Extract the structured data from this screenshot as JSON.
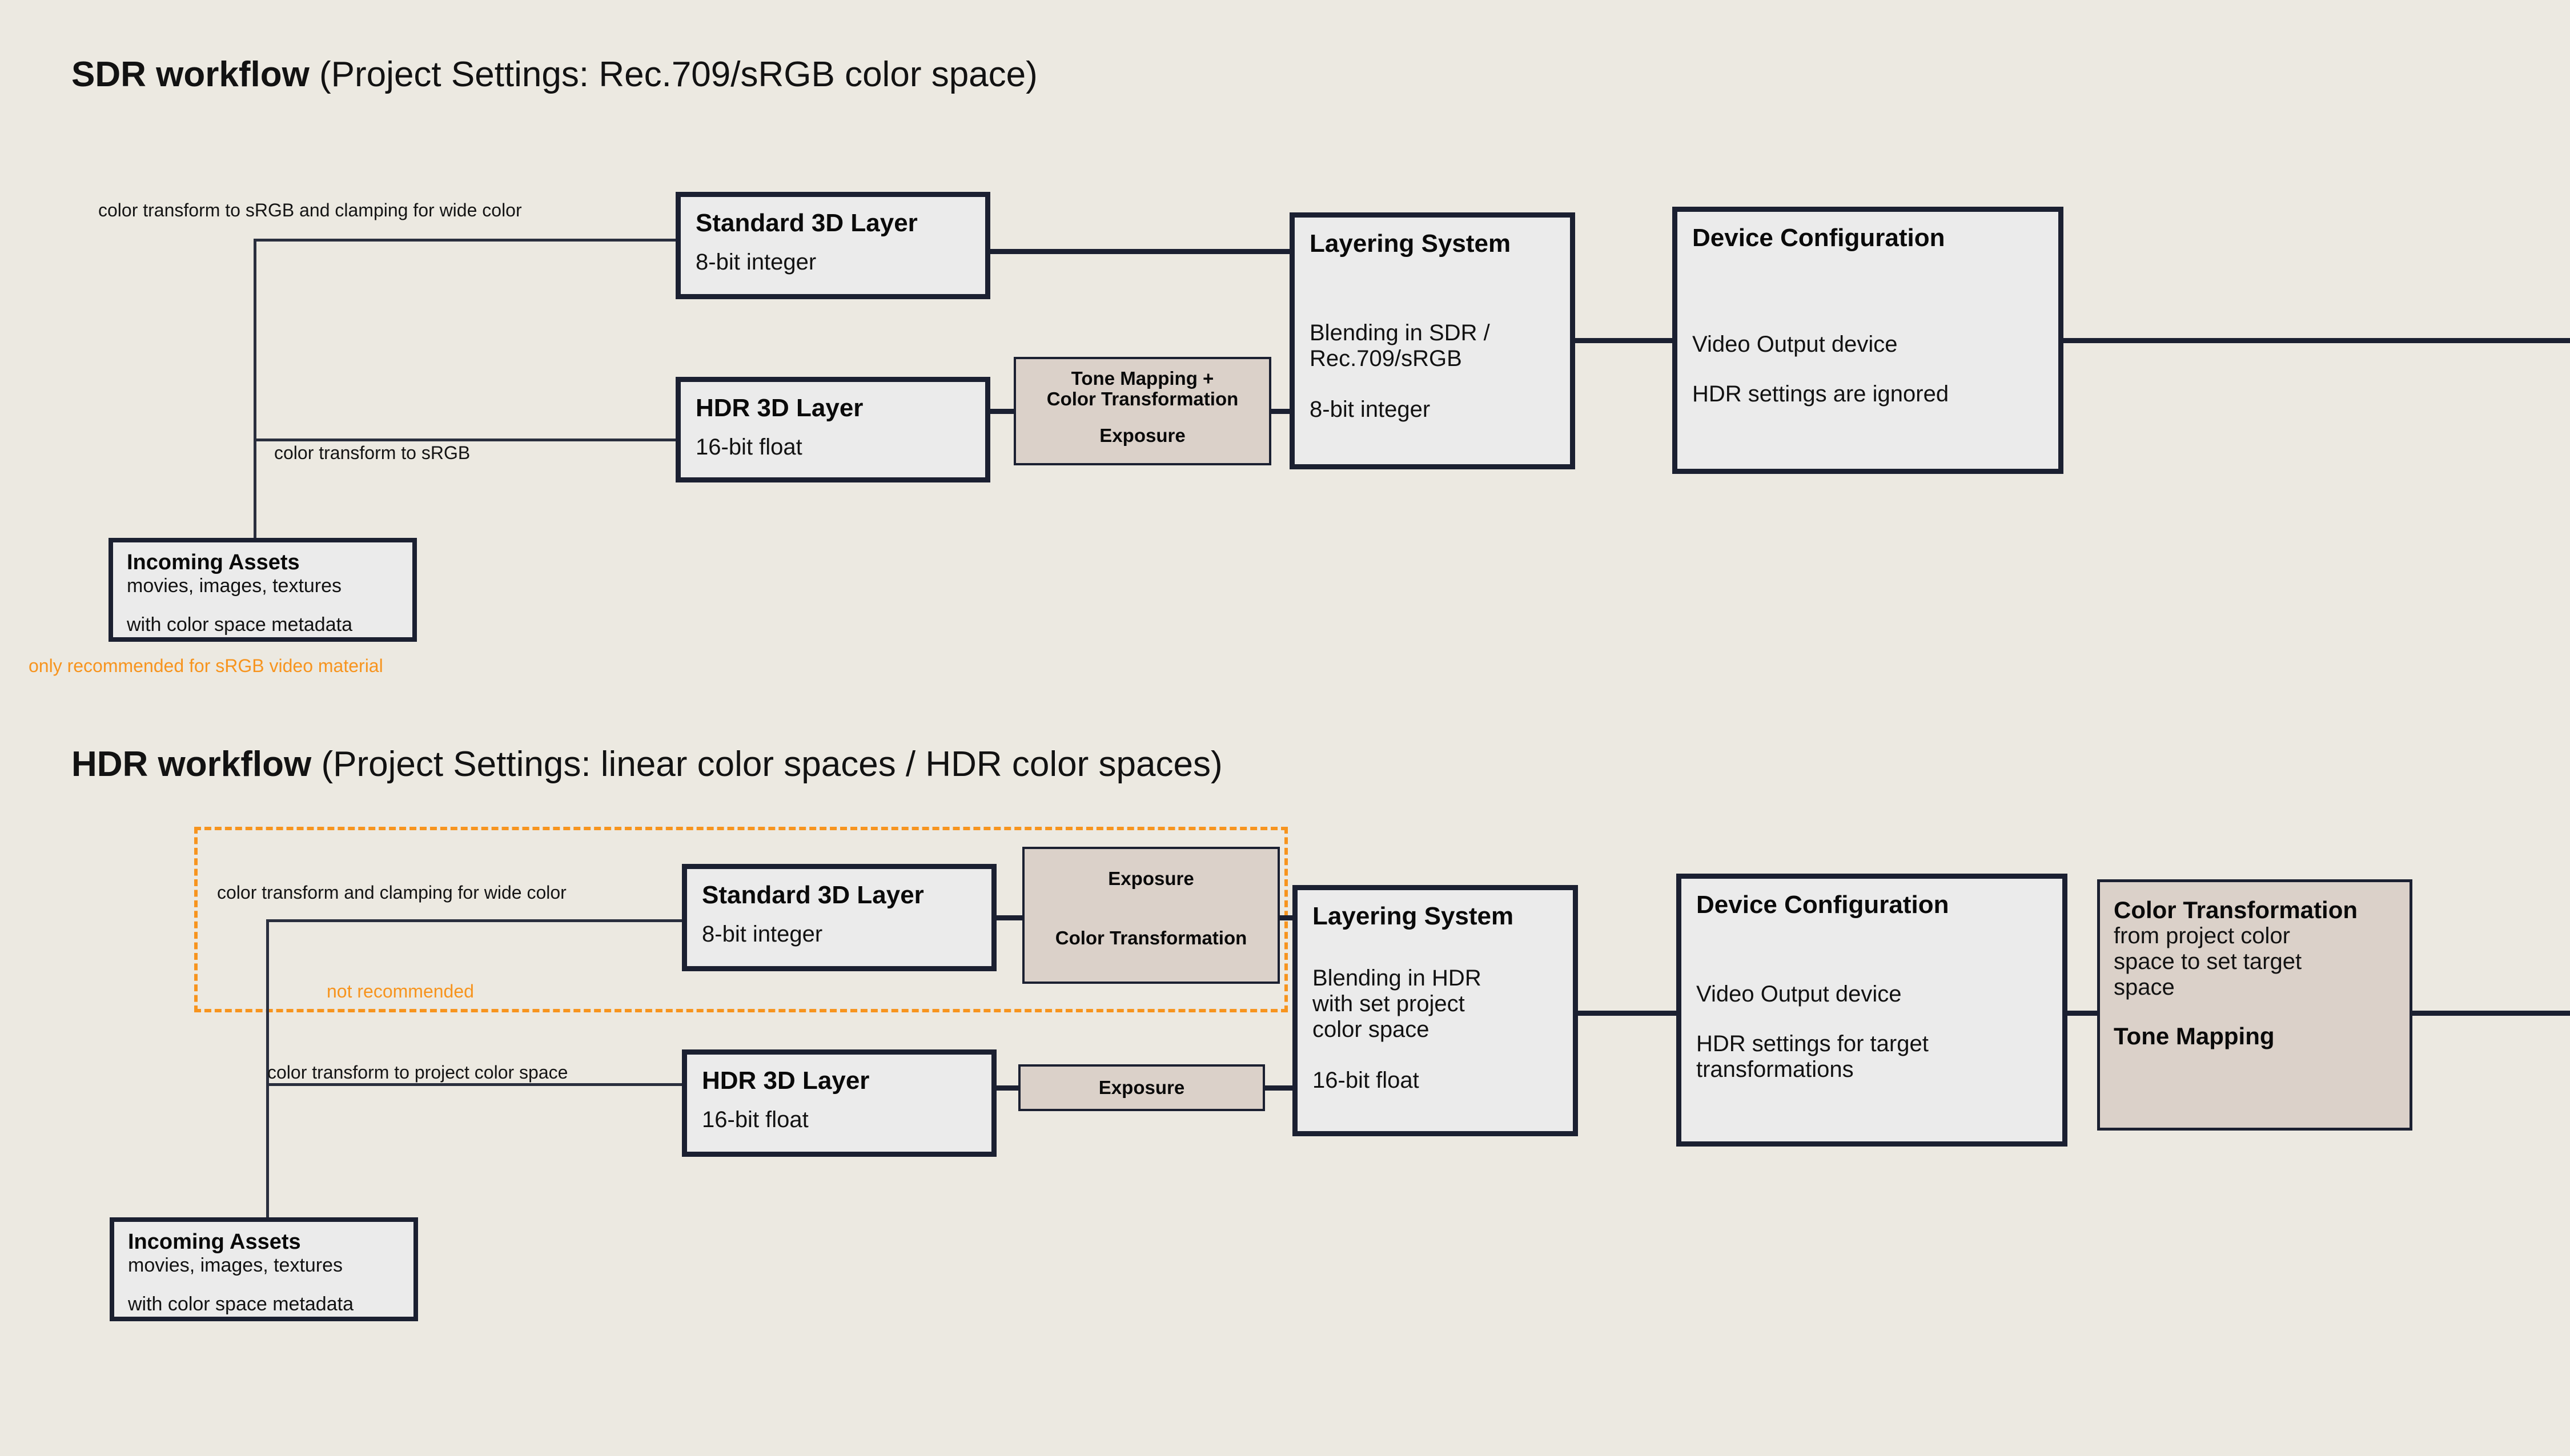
{
  "diagram": {
    "background_color": "#ece9e1",
    "accent_warning_color": "#f7941e",
    "box_border_color": "#1b2031",
    "box_fill_color": "#ebebeb",
    "soft_box_fill_color": "#dbd1c9"
  },
  "sdr": {
    "title_strong": "SDR workflow",
    "title_light": " (Project Settings: Rec.709/sRGB color space)",
    "edge_labels": {
      "standard": "color transform to sRGB and clamping for wide color",
      "hdr": "color transform to sRGB"
    },
    "standard_layer": {
      "title": "Standard 3D Layer",
      "sub": "8-bit integer"
    },
    "hdr_layer": {
      "title": "HDR 3D Layer",
      "sub": "16-bit float"
    },
    "tone_map": {
      "line1": "Tone Mapping +",
      "line2": "Color Transformation",
      "line3": "Exposure"
    },
    "layering": {
      "title": "Layering System",
      "sub1": "Blending in SDR /",
      "sub2": "Rec.709/sRGB",
      "sub3": "8-bit integer"
    },
    "device": {
      "title": "Device Configuration",
      "sub1": "Video Output device",
      "sub2": "HDR settings are ignored"
    },
    "assets": {
      "title": "Incoming Assets",
      "sub1": "movies, images, textures",
      "sub2": "with color space metadata"
    },
    "warning": "only recommended for sRGB video material"
  },
  "hdr": {
    "title_strong": "HDR workflow",
    "title_light": " (Project Settings: linear color spaces / HDR color spaces)",
    "edge_labels": {
      "standard": "color transform and clamping for wide color",
      "hdr": "color transform to project color space"
    },
    "not_recommended": "not recommended",
    "standard_layer": {
      "title": "Standard 3D Layer",
      "sub": "8-bit integer"
    },
    "hdr_layer": {
      "title": "HDR 3D Layer",
      "sub": "16-bit float"
    },
    "exposure_box_top": {
      "line1": "Exposure",
      "line2": "Color Transformation"
    },
    "exposure_box_bottom": {
      "line1": "Exposure"
    },
    "layering": {
      "title": "Layering System",
      "sub1": "Blending in HDR",
      "sub2": "with set project",
      "sub3": "color space",
      "sub4": "16-bit float"
    },
    "device": {
      "title": "Device Configuration",
      "sub1": "Video Output device",
      "sub2": "HDR settings for target",
      "sub3": "transformations"
    },
    "color_transform": {
      "title": "Color Transformation",
      "sub1": "from project color",
      "sub2": "space to set target",
      "sub3": "space",
      "bold": "Tone Mapping"
    },
    "assets": {
      "title": "Incoming Assets",
      "sub1": "movies, images, textures",
      "sub2": "with color space metadata"
    }
  }
}
